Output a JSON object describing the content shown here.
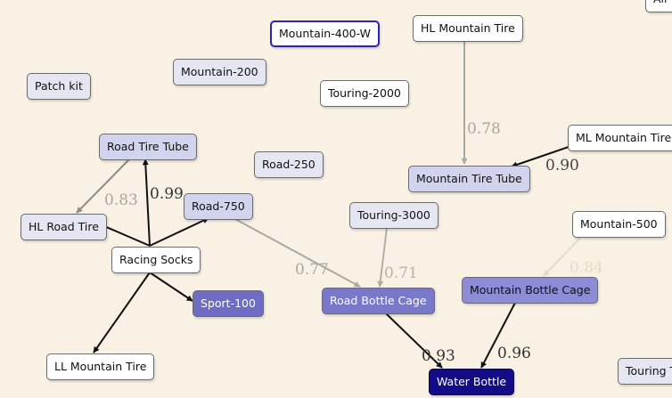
{
  "nodes": {
    "mountain_400_w": "Mountain-400-W",
    "hl_mountain_tire": "HL Mountain Tire",
    "patch_kit": "Patch kit",
    "mountain_200": "Mountain-200",
    "touring_2000": "Touring-2000",
    "ml_mountain_tire": "ML Mountain Tire",
    "road_tire_tube": "Road Tire Tube",
    "road_250": "Road-250",
    "mountain_tire_tube": "Mountain Tire Tube",
    "road_750": "Road-750",
    "touring_3000": "Touring-3000",
    "hl_road_tire": "HL Road Tire",
    "mountain_500": "Mountain-500",
    "racing_socks": "Racing Socks",
    "road_bottle_cage": "Road Bottle Cage",
    "mountain_bottle_cage": "Mountain Bottle Cage",
    "sport_100": "Sport-100",
    "ll_mountain_tire": "LL Mountain Tire",
    "water_bottle": "Water Bottle",
    "touring_t": "Touring T",
    "all_partial": "All"
  },
  "edge_labels": {
    "hl_mountain_tire_to_mountain_tire_tube": "0.78",
    "ml_mountain_tire_to_mountain_tire_tube": "0.90",
    "road_tire_tube_to_hl_road_tire": "0.83",
    "racing_socks_to_road_tire_tube": "0.99",
    "road_750_to_road_bottle_cage": "0.77",
    "touring_3000_to_road_bottle_cage": "0.71",
    "mountain_500_to_mountain_bottle_cage": "0.84",
    "road_bottle_cage_to_water_bottle": "0.93",
    "mountain_bottle_cage_to_water_bottle": "0.96"
  },
  "colors": {
    "background": "#f9f1e3",
    "strong_edge": "#111111",
    "medium_edge": "#8c8c84",
    "weak_edge": "#aaaaa2",
    "faint_edge": "#e6dcc6",
    "selected_border": "#2a24b8",
    "water_bottle_fill": "#130c86"
  }
}
